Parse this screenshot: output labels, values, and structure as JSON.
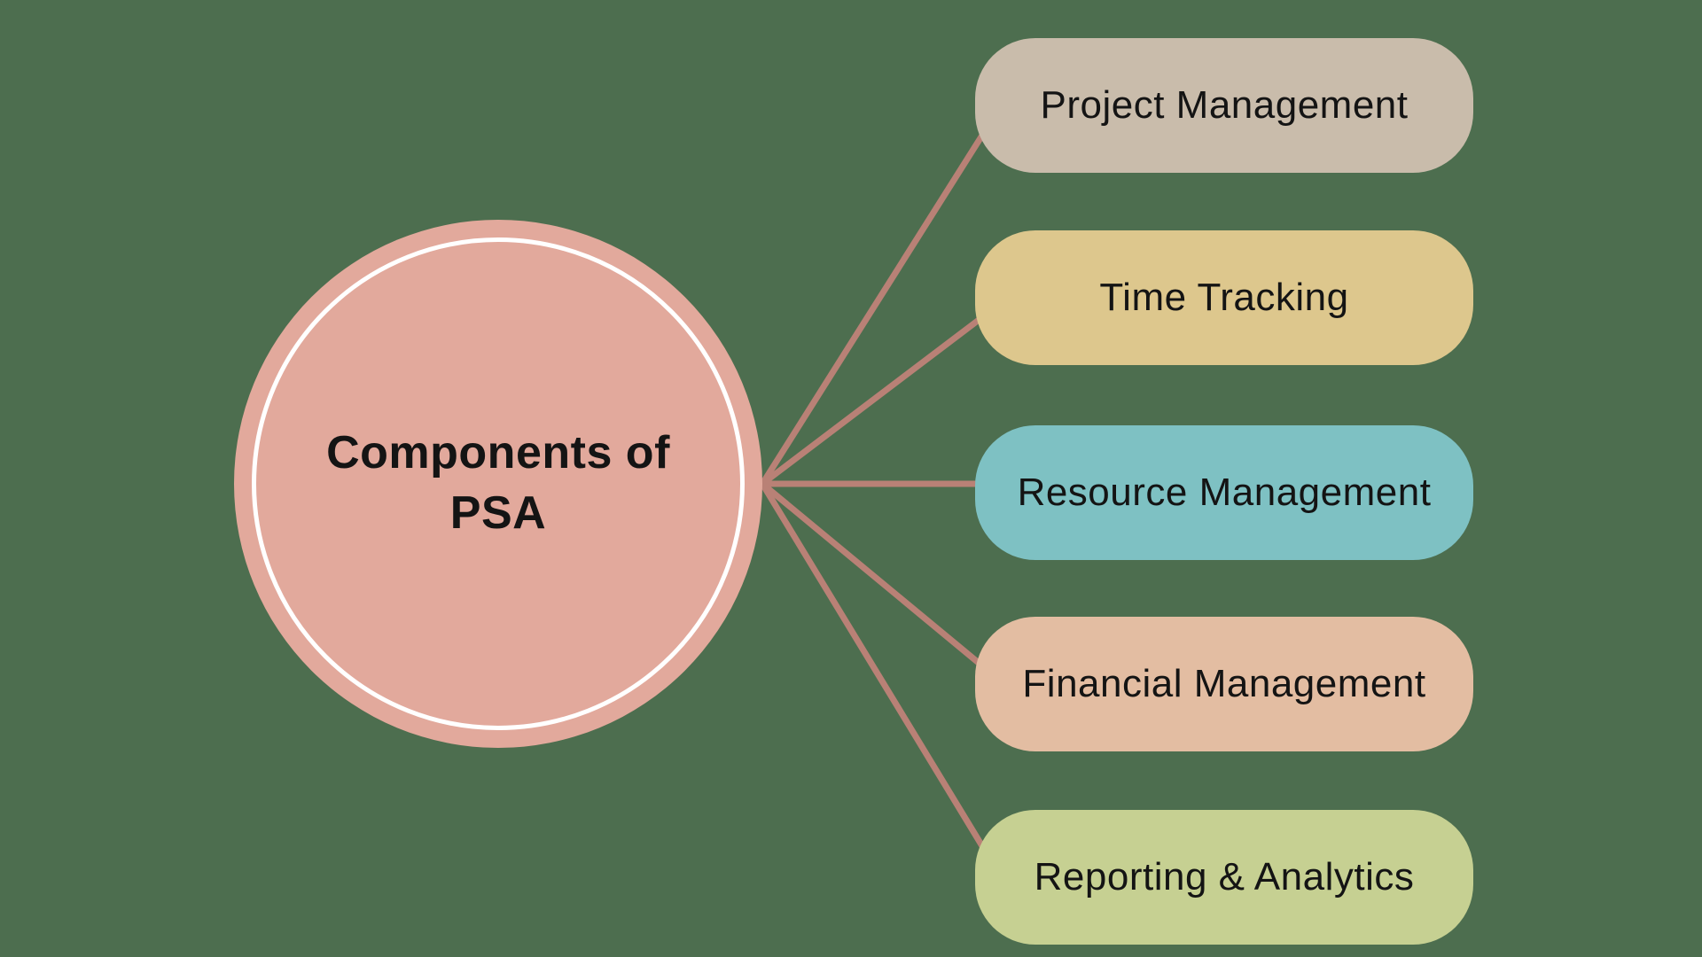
{
  "background_color": "#4d6e4f",
  "connector_color": "#b98176",
  "text_color": "#141414",
  "center": {
    "label": "Components of PSA",
    "lines": [
      "Components of",
      "PSA"
    ],
    "fill": "#e2a99c",
    "ring_color": "#ffffff"
  },
  "nodes": [
    {
      "label": "Project Management",
      "fill": "#c9bcab"
    },
    {
      "label": "Time Tracking",
      "fill": "#ddc78d"
    },
    {
      "label": "Resource Management",
      "fill": "#7ec1c3"
    },
    {
      "label": "Financial Management",
      "fill": "#e3bda2"
    },
    {
      "label": "Reporting & Analytics",
      "fill": "#c6d092"
    }
  ]
}
